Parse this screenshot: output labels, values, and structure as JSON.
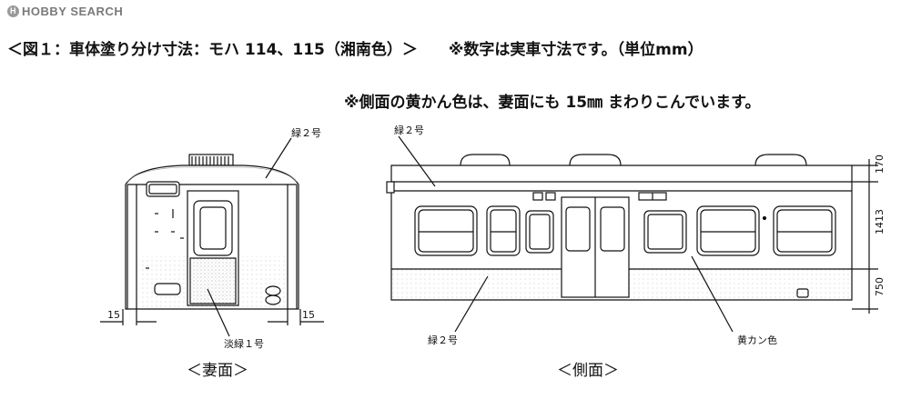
{
  "logo": {
    "text": "HOBBY SEARCH",
    "icon": "hobby-search-logo-icon"
  },
  "title": {
    "main": "＜図１：車体塗り分け寸法：モハ 114、115（湘南色）＞",
    "note": "※数字は実車寸法です。（単位mm）"
  },
  "subnote": "※側面の黄かん色は、妻面にも 15㎜ まわりこんでいます。",
  "end_view": {
    "caption": "＜妻面＞",
    "top_color_label": "緑２号",
    "lower_color_label": "淡緑１号",
    "wrap_left": "15",
    "wrap_right": "15"
  },
  "side_view": {
    "caption": "＜側面＞",
    "top_color_label": "緑２号",
    "bottom_color_label": "緑２号",
    "middle_color_label": "黄カン色",
    "dim_top": "170",
    "dim_middle": "1413",
    "dim_bottom": "750"
  },
  "colors": {
    "line": "#111111",
    "hatch": "#9a9a9a"
  }
}
